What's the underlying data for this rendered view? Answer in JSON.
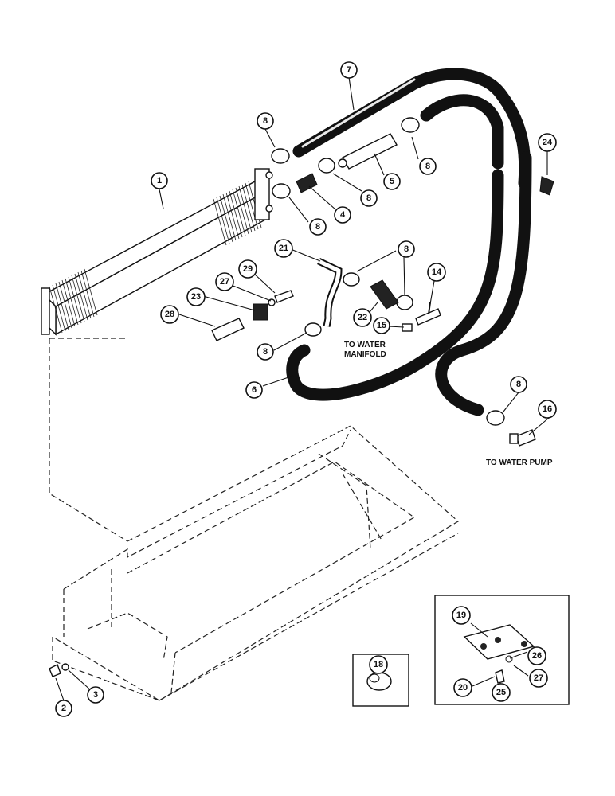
{
  "diagram": {
    "notes": {
      "to_water_manifold": [
        "TO WATER",
        "MANIFOLD"
      ],
      "to_water_pump": "TO WATER PUMP"
    },
    "callouts": [
      {
        "id": "c7",
        "label": "7"
      },
      {
        "id": "c8a",
        "label": "8"
      },
      {
        "id": "c24",
        "label": "24"
      },
      {
        "id": "c1",
        "label": "1"
      },
      {
        "id": "c8b",
        "label": "8"
      },
      {
        "id": "c5",
        "label": "5"
      },
      {
        "id": "c8c",
        "label": "8"
      },
      {
        "id": "c4",
        "label": "4"
      },
      {
        "id": "c8d",
        "label": "8"
      },
      {
        "id": "c21",
        "label": "21"
      },
      {
        "id": "c8e",
        "label": "8"
      },
      {
        "id": "c14",
        "label": "14"
      },
      {
        "id": "c29",
        "label": "29"
      },
      {
        "id": "c27a",
        "label": "27"
      },
      {
        "id": "c23",
        "label": "23"
      },
      {
        "id": "c28",
        "label": "28"
      },
      {
        "id": "c22",
        "label": "22"
      },
      {
        "id": "c15",
        "label": "15"
      },
      {
        "id": "c8f",
        "label": "8"
      },
      {
        "id": "c6",
        "label": "6"
      },
      {
        "id": "c8g",
        "label": "8"
      },
      {
        "id": "c16",
        "label": "16"
      },
      {
        "id": "c19",
        "label": "19"
      },
      {
        "id": "c26",
        "label": "26"
      },
      {
        "id": "c27b",
        "label": "27"
      },
      {
        "id": "c20",
        "label": "20"
      },
      {
        "id": "c25",
        "label": "25"
      },
      {
        "id": "c18",
        "label": "18"
      },
      {
        "id": "c2",
        "label": "2"
      },
      {
        "id": "c3",
        "label": "3"
      }
    ]
  }
}
